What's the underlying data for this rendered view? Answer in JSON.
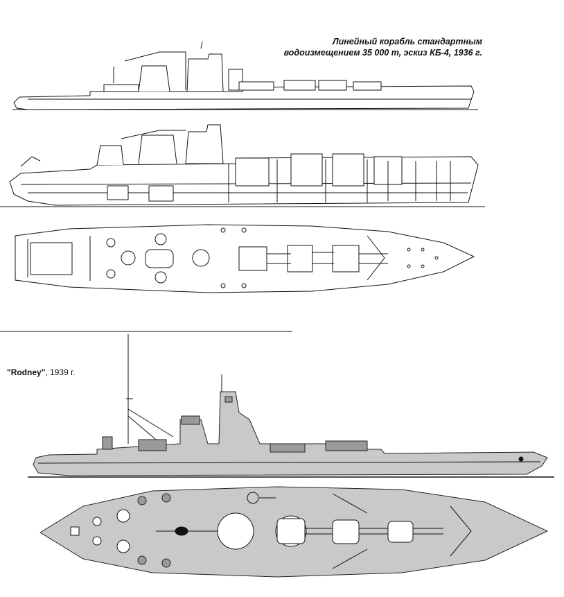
{
  "captions": {
    "kb4_line1": "Линейный корабль стандартным",
    "kb4_line2": "водоизмещением 35 000 т, эскиз КБ-4, 1936 г.",
    "rodney_name": "\"Rodney\"",
    "rodney_year": ", 1939 г."
  },
  "colors": {
    "line": "#111111",
    "rodney_fill": "#c9c9c9",
    "paper": "#ffffff"
  }
}
